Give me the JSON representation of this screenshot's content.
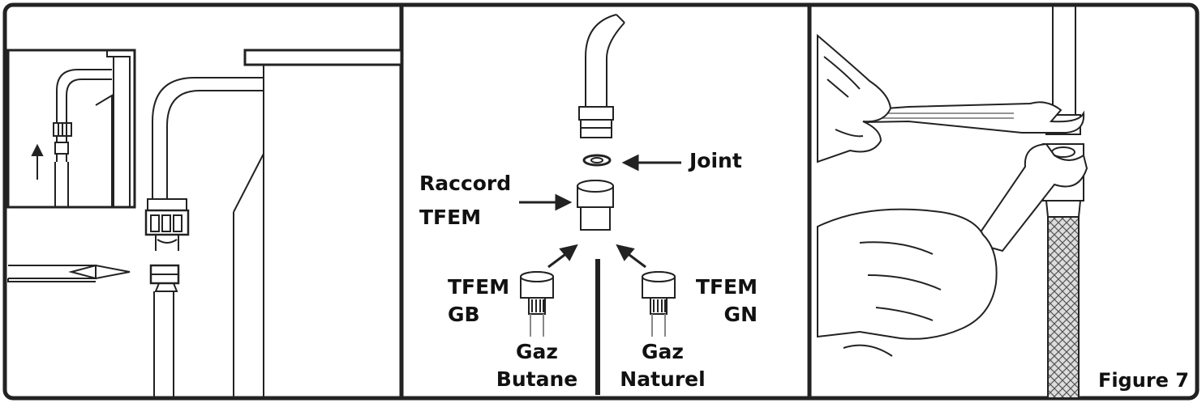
{
  "figure_caption": "Figure 7",
  "panel2": {
    "joint_label": "Joint",
    "raccord_label_line1": "Raccord",
    "raccord_label_line2": "TFEM",
    "gb_label_line1": "TFEM",
    "gb_label_line2": "GB",
    "gn_label_line1": "TFEM",
    "gn_label_line2": "GN",
    "butane_line1": "Gaz",
    "butane_line2": "Butane",
    "naturel_line1": "Gaz",
    "naturel_line2": "Naturel"
  },
  "colors": {
    "line": "#1a1a1a",
    "frame": "#222222",
    "background": "#ffffff"
  }
}
